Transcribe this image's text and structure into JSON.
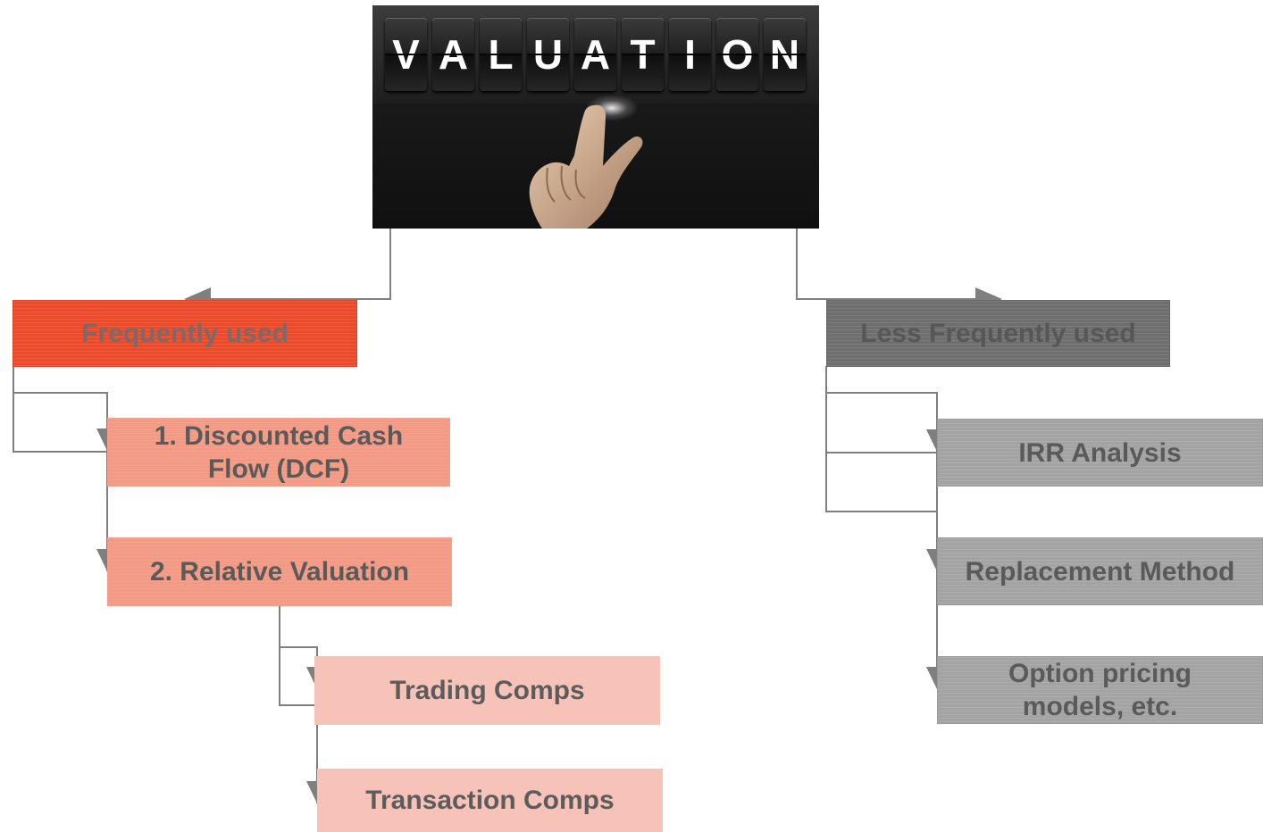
{
  "hero": {
    "letters": [
      "V",
      "A",
      "L",
      "U",
      "A",
      "T",
      "I",
      "O",
      "N"
    ],
    "icon": "pointing-finger-icon"
  },
  "frequent": {
    "label": "Frequently used",
    "methods": [
      "1. Discounted Cash Flow (DCF)",
      "2. Relative Valuation"
    ],
    "sub_methods": [
      "Trading Comps",
      "Transaction Comps"
    ]
  },
  "less_frequent": {
    "label": "Less Frequently used",
    "methods": [
      "IRR Analysis",
      "Replacement Method",
      "Option pricing models, etc."
    ]
  },
  "colors": {
    "frequent": "#e84c2c",
    "frequent_method": "#f19a85",
    "frequent_sub": "#f7c3b8",
    "less": "#6e6e6e",
    "less_method": "#a3a3a3",
    "connector": "#7f7f7f"
  }
}
